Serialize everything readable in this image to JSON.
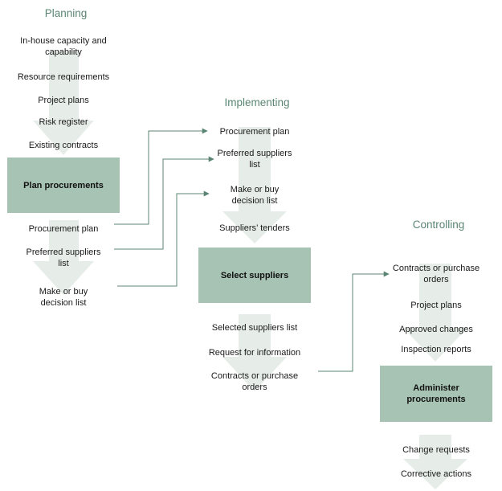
{
  "colors": {
    "arrow_fill": "#e6ede9",
    "process_fill": "#a7c3b3",
    "title": "#5b8573",
    "connector": "#5b8573"
  },
  "planning": {
    "title": "Planning",
    "inputs": [
      "In-house capacity and capability",
      "Resource requirements",
      "Project plans",
      "Risk register",
      "Existing contracts"
    ],
    "process": "Plan procurements",
    "outputs": [
      "Procurement plan",
      "Preferred suppliers list",
      "Make or buy decision list"
    ]
  },
  "implementing": {
    "title": "Implementing",
    "inputs": [
      "Procurement plan",
      "Preferred suppliers list",
      "Make or buy decision list",
      "Suppliers’ tenders"
    ],
    "process": "Select suppliers",
    "outputs": [
      "Selected suppliers list",
      "Request for information",
      "Contracts or purchase orders"
    ]
  },
  "controlling": {
    "title": "Controlling",
    "inputs": [
      "Contracts or purchase orders",
      "Project plans",
      "Approved changes",
      "Inspection reports"
    ],
    "process": "Administer procurements",
    "outputs": [
      "Change requests",
      "Corrective actions"
    ]
  }
}
